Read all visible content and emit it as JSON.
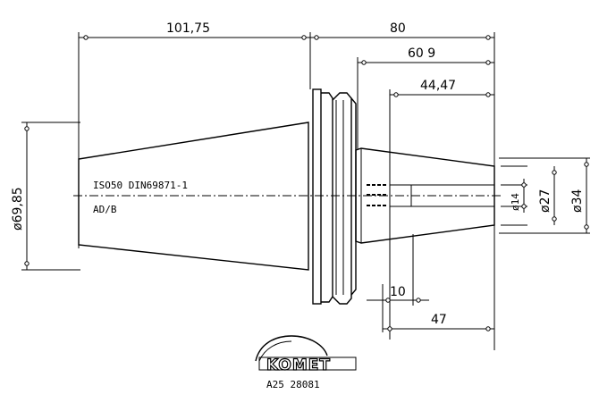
{
  "dimensions": {
    "top_left": "101,75",
    "top_right": "80",
    "flange_to_end": "60 9",
    "shank_length": "44,47",
    "bore_offset": "10",
    "bore_depth": "47",
    "taper_diameter": "ø69,85",
    "d1": "ø14",
    "d2": "ø27",
    "d3": "ø34"
  },
  "labels": {
    "standard": "ISO50 DIN69871-1",
    "type": "AD/B"
  },
  "brand": {
    "name": "KOMET",
    "part_number": "A25 28081"
  }
}
